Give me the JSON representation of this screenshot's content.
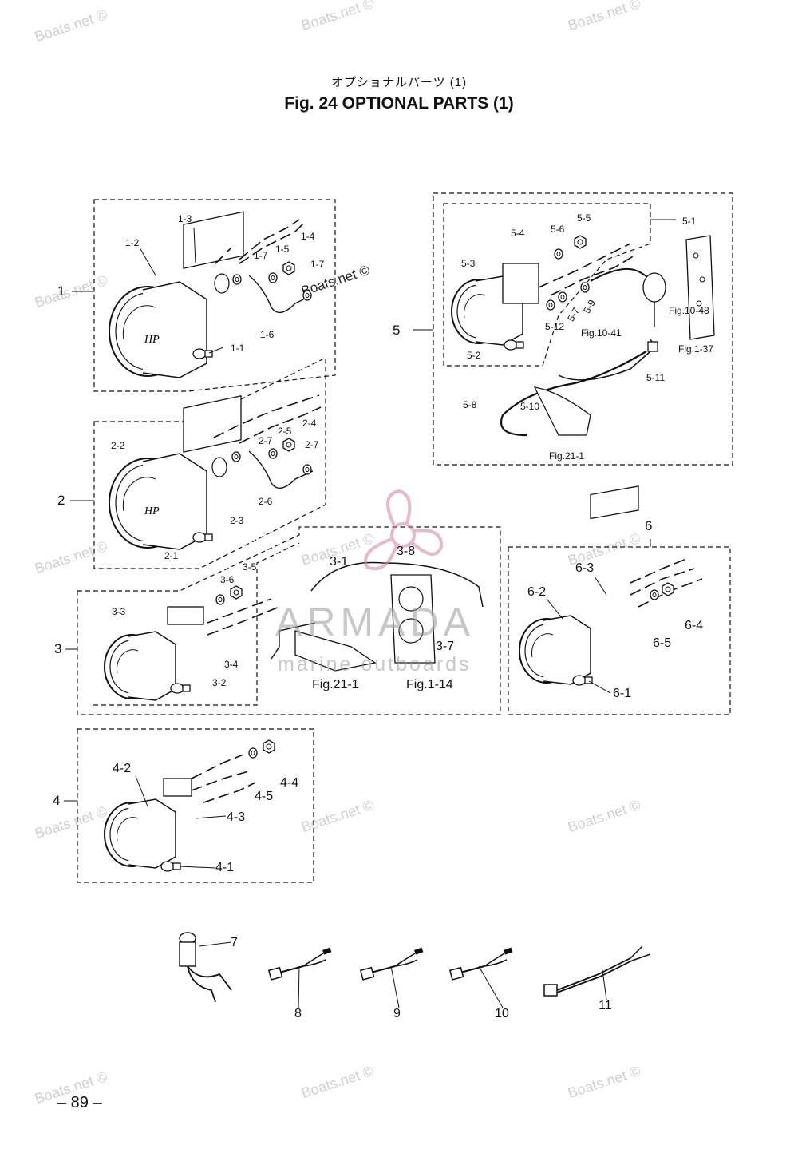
{
  "title_jp": "オプショナルパーツ (1)",
  "title": "Fig. 24   OPTIONAL PARTS  (1)",
  "page_number": "– 89 –",
  "watermark_text": "Boats.net ©",
  "logo": {
    "name": "ARMADA",
    "tagline": "marine outboards"
  },
  "group_numbers": {
    "g1": "1",
    "g2": "2",
    "g3": "3",
    "g4": "4",
    "g5": "5",
    "g6": "6"
  },
  "part_labels": {
    "p1_1": "1-1",
    "p1_2": "1-2",
    "p1_3": "1-3",
    "p1_4": "1-4",
    "p1_5": "1-5",
    "p1_6": "1-6",
    "p1_7a": "1-7",
    "p1_7b": "1-7",
    "p2_1": "2-1",
    "p2_2": "2-2",
    "p2_3": "2-3",
    "p2_4": "2-4",
    "p2_5": "2-5",
    "p2_6": "2-6",
    "p2_7a": "2-7",
    "p2_7b": "2-7",
    "p3_1": "3-1",
    "p3_2": "3-2",
    "p3_3": "3-3",
    "p3_4": "3-4",
    "p3_5": "3-5",
    "p3_6": "3-6",
    "p3_7": "3-7",
    "p3_8": "3-8",
    "p4_1": "4-1",
    "p4_2": "4-2",
    "p4_3": "4-3",
    "p4_4": "4-4",
    "p4_5": "4-5",
    "p5_1": "5-1",
    "p5_2": "5-2",
    "p5_3": "5-3",
    "p5_4": "5-4",
    "p5_5": "5-5",
    "p5_6": "5-6",
    "p5_7": "5-7",
    "p5_8": "5-8",
    "p5_9": "5-9",
    "p5_10": "5-10",
    "p5_11": "5-11",
    "p5_12": "5-12",
    "p6_1": "6-1",
    "p6_2": "6-2",
    "p6_3": "6-3",
    "p6_4": "6-4",
    "p6_5": "6-5",
    "p7": "7",
    "p8": "8",
    "p9": "9",
    "p10": "10",
    "p11": "11"
  },
  "references": {
    "fig10_48": "Fig.10-48",
    "fig10_41": "Fig.10-41",
    "fig1_37": "Fig.1-37",
    "fig21_1_a": "Fig.21-1",
    "fig21_1_b": "Fig.21-1",
    "fig1_14": "Fig.1-14"
  }
}
